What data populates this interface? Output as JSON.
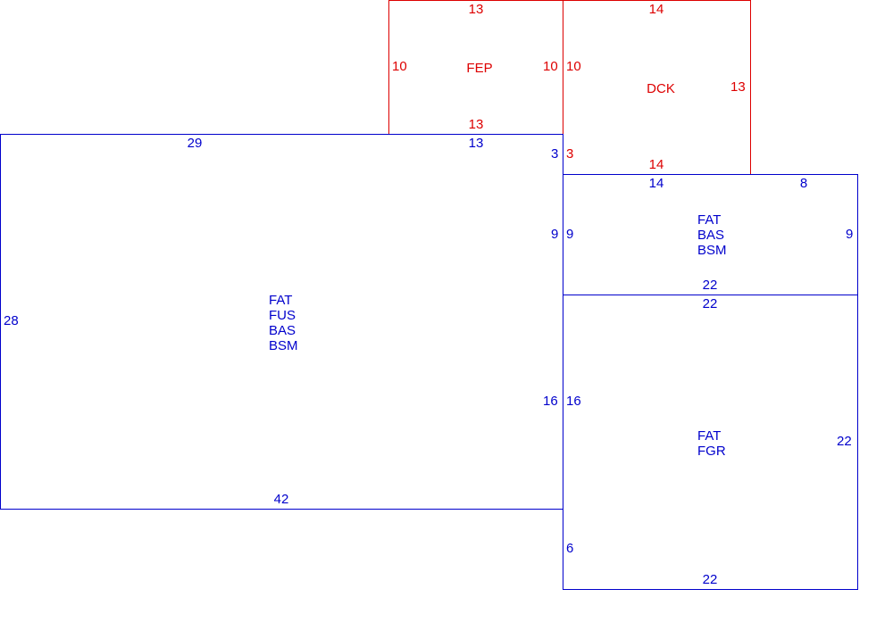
{
  "colors": {
    "living": "#0000cc",
    "exterior": "#dd0000"
  },
  "sections": {
    "main": {
      "codes": [
        "FAT",
        "FUS",
        "BAS",
        "BSM"
      ],
      "top_left": "29",
      "top_right": "13",
      "left": "28",
      "bottom": "42",
      "right_upper": "3",
      "right_mid": "9",
      "right_lower": "16"
    },
    "fep": {
      "code": "FEP",
      "top": "13",
      "left": "10",
      "right": "10",
      "bottom": "13"
    },
    "dck": {
      "code": "DCK",
      "top": "14",
      "left": "10",
      "right": "13",
      "bottom": "14",
      "left_lower": "3"
    },
    "upper_right": {
      "codes": [
        "FAT",
        "BAS",
        "BSM"
      ],
      "top_left": "14",
      "top_right": "8",
      "left": "9",
      "right": "9",
      "bottom": "22"
    },
    "lower_right": {
      "codes": [
        "FAT",
        "FGR"
      ],
      "top": "22",
      "left": "16",
      "left_lower": "6",
      "right": "22",
      "bottom": "22"
    }
  }
}
